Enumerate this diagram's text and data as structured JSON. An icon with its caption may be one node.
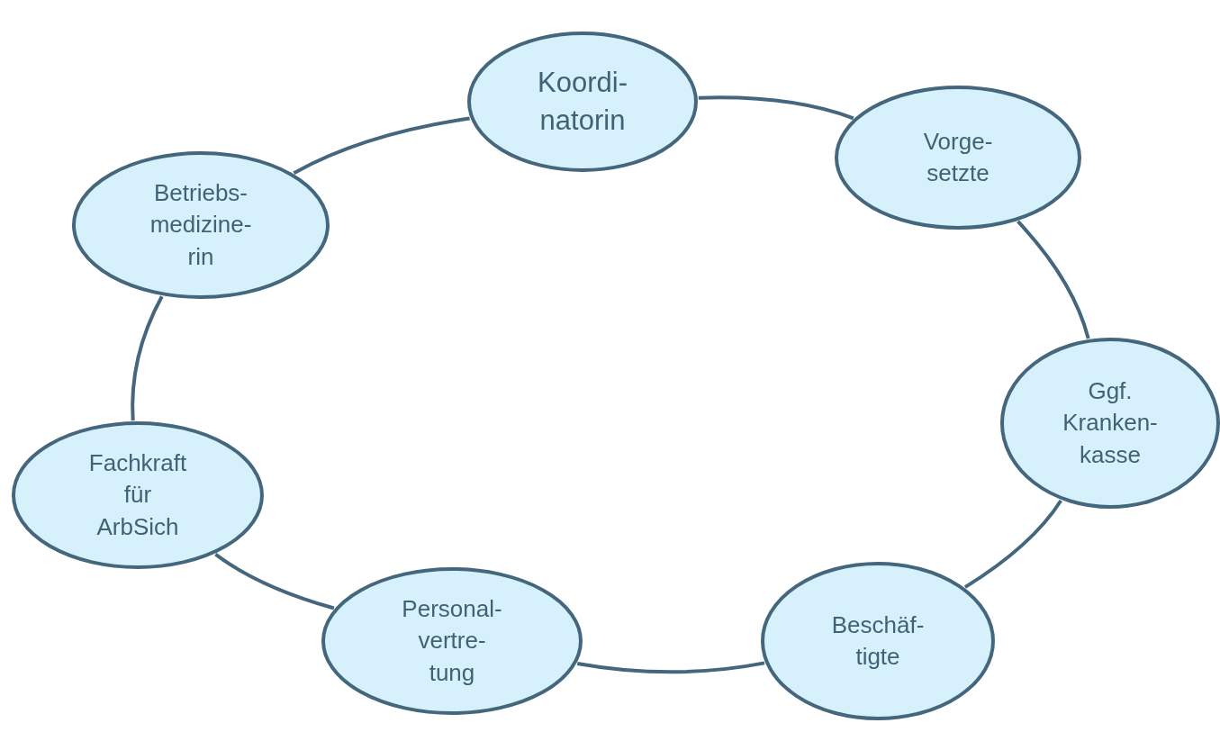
{
  "diagram": {
    "nodes": [
      {
        "text": [
          "Koordi- natorin"
        ]
      },
      {
        "text": [
          "Vorge- setzte"
        ]
      },
      {
        "text": [
          "Betriebs- medizine- rin"
        ]
      },
      {
        "text": [
          "Ggf. Kranken- kasse"
        ]
      },
      {
        "text": [
          "Fachkraft für ArbSich"
        ]
      },
      {
        "text": [
          "Beschäf- tigte"
        ]
      },
      {
        "text": [
          "Personal- vertre- tung"
        ]
      }
    ],
    "edges": [
      {
        "from": 0,
        "to": 1,
        "arrow": "none"
      },
      {
        "from": 1,
        "to": 3,
        "arrow": "none"
      },
      {
        "from": 3,
        "to": 5,
        "arrow": "none"
      },
      {
        "from": 5,
        "to": 6,
        "arrow": "none"
      },
      {
        "from": 6,
        "to": 4,
        "arrow": "none"
      },
      {
        "from": 4,
        "to": 2,
        "arrow": "none"
      },
      {
        "from": 2,
        "to": 0,
        "arrow": "none"
      }
    ]
  }
}
